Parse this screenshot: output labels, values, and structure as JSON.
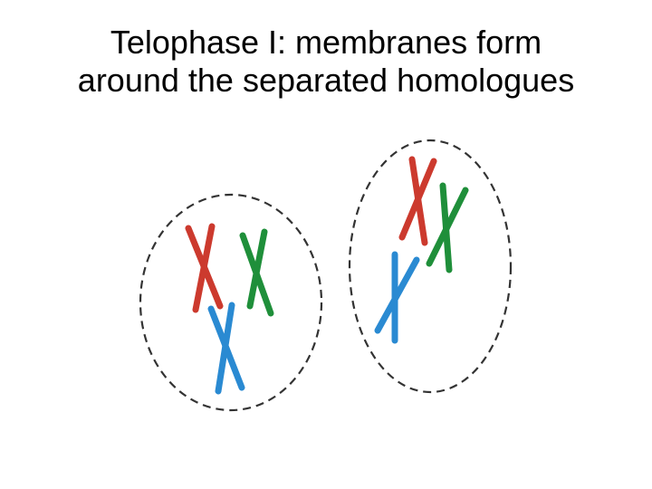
{
  "title": {
    "line1": "Telophase I: membranes form",
    "line2": "around the separated homologues"
  },
  "colors": {
    "red_chromosome": "#cc3a2e",
    "green_chromosome": "#1f8f3a",
    "blue_chromosome": "#2a8ad2",
    "membrane": "#333333",
    "title_text": "#000000"
  },
  "figure": {
    "cells": [
      {
        "name": "left-cell",
        "chromosomes": [
          "red",
          "green",
          "blue"
        ]
      },
      {
        "name": "right-cell",
        "chromosomes": [
          "red",
          "green",
          "blue"
        ]
      }
    ]
  }
}
